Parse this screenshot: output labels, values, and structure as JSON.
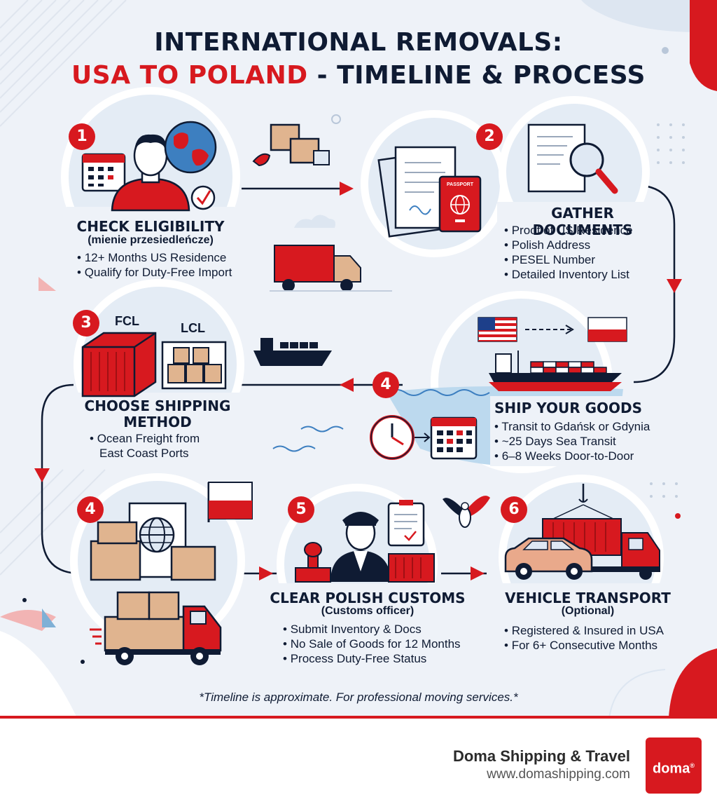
{
  "title": {
    "line1": "INTERNATIONAL REMOVALS:",
    "line2_red": "USA TO POLAND",
    "line2_rest": " - TIMELINE & PROCESS"
  },
  "steps": [
    {
      "number": "1",
      "heading": "CHECK ELIGIBILITY",
      "subheading": "(mienie przesiedlеńcze)",
      "bullets": [
        "12+ Months US Residence",
        "Qualify for Duty-Free Import"
      ]
    },
    {
      "number": "2",
      "heading": "GATHER DOCUMENTS",
      "bullets": [
        "Proof of US Residence",
        "Polish Address",
        "PESEL Number",
        "Detailed Inventory List"
      ],
      "passport_label": "PASSPORT"
    },
    {
      "number": "3",
      "heading_line1": "CHOOSE SHIPPING",
      "heading_line2": "METHOD",
      "bullets": [
        "Ocean Freight from"
      ],
      "continuation": "East Coast Ports",
      "fcl": "FCL",
      "lcl": "LCL"
    },
    {
      "number": "4",
      "heading": "SHIP YOUR GOODS",
      "bullets": [
        "Transit to Gdańsk or Gdynia",
        "~25 Days Sea Transit",
        "6–8 Weeks Door-to-Door"
      ]
    },
    {
      "number": "4"
    },
    {
      "number": "5",
      "heading": "CLEAR POLISH CUSTOMS",
      "subheading": "(Customs officer)",
      "bullets": [
        "Submit Inventory & Docs",
        "No Sale of Goods for 12 Months",
        "Process Duty-Free Status"
      ]
    },
    {
      "number": "6",
      "heading": "VEHICLE TRANSPORT",
      "subheading": "(Optional)",
      "bullets": [
        "Registered & Insured in USA",
        "For 6+ Consecutive Months"
      ]
    }
  ],
  "footnote": "*Timeline is approximate. For professional moving services.*",
  "brand": {
    "name": "Doma Shipping & Travel",
    "url": "www.domashipping.com",
    "logo_text": "doma",
    "logo_mark": "®"
  },
  "colors": {
    "accent": "#d7191f",
    "navy": "#0f1b33",
    "background": "#eef2f8",
    "light_blue": "#e4ecf5",
    "box": "#e0b48f"
  }
}
